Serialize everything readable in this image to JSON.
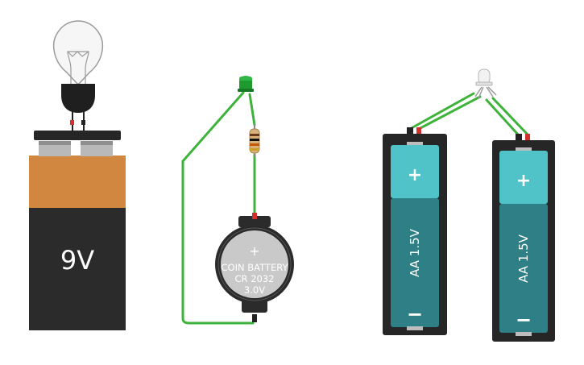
{
  "canvas": {
    "background": "#ffffff"
  },
  "battery_9v": {
    "label": "9V",
    "colors": {
      "top": "#d1873f",
      "body": "#2b2b2b",
      "cap": "#262626",
      "terminal": "#b9b9b9",
      "label": "#ffffff"
    }
  },
  "bulb": {
    "icon": "light-bulb-icon",
    "colors": {
      "glass": "#f6f6f6",
      "base": "#1f1f1f"
    }
  },
  "led": {
    "icon": "green-led-icon",
    "color": "#1e9a2f"
  },
  "resistor": {
    "icon": "resistor-icon",
    "bands": [
      "#6b3b19",
      "#111111",
      "#c45a00",
      "#c9a227"
    ]
  },
  "coin_cell": {
    "line1": "COIN BATTERY",
    "line2": "CR 2032",
    "line3": "3.0V",
    "plus": "+",
    "colors": {
      "holder": "#2b2b2b",
      "cell": "#c9c9c9",
      "text": "#ffffff"
    }
  },
  "aa_batteries": [
    {
      "label": "AA 1.5V",
      "plus": "+",
      "minus": "−"
    },
    {
      "label": "AA 1.5V",
      "plus": "+",
      "minus": "−"
    }
  ],
  "aa_colors": {
    "top": "#4fc3c8",
    "body": "#2f7f86",
    "holder": "#262626"
  },
  "rgb_led": {
    "icon": "rgb-led-icon",
    "color": "#f2f2f2"
  },
  "wire_color": "#3db33b",
  "lead_colors": {
    "positive": "#d32f2f",
    "negative": "#222222"
  }
}
